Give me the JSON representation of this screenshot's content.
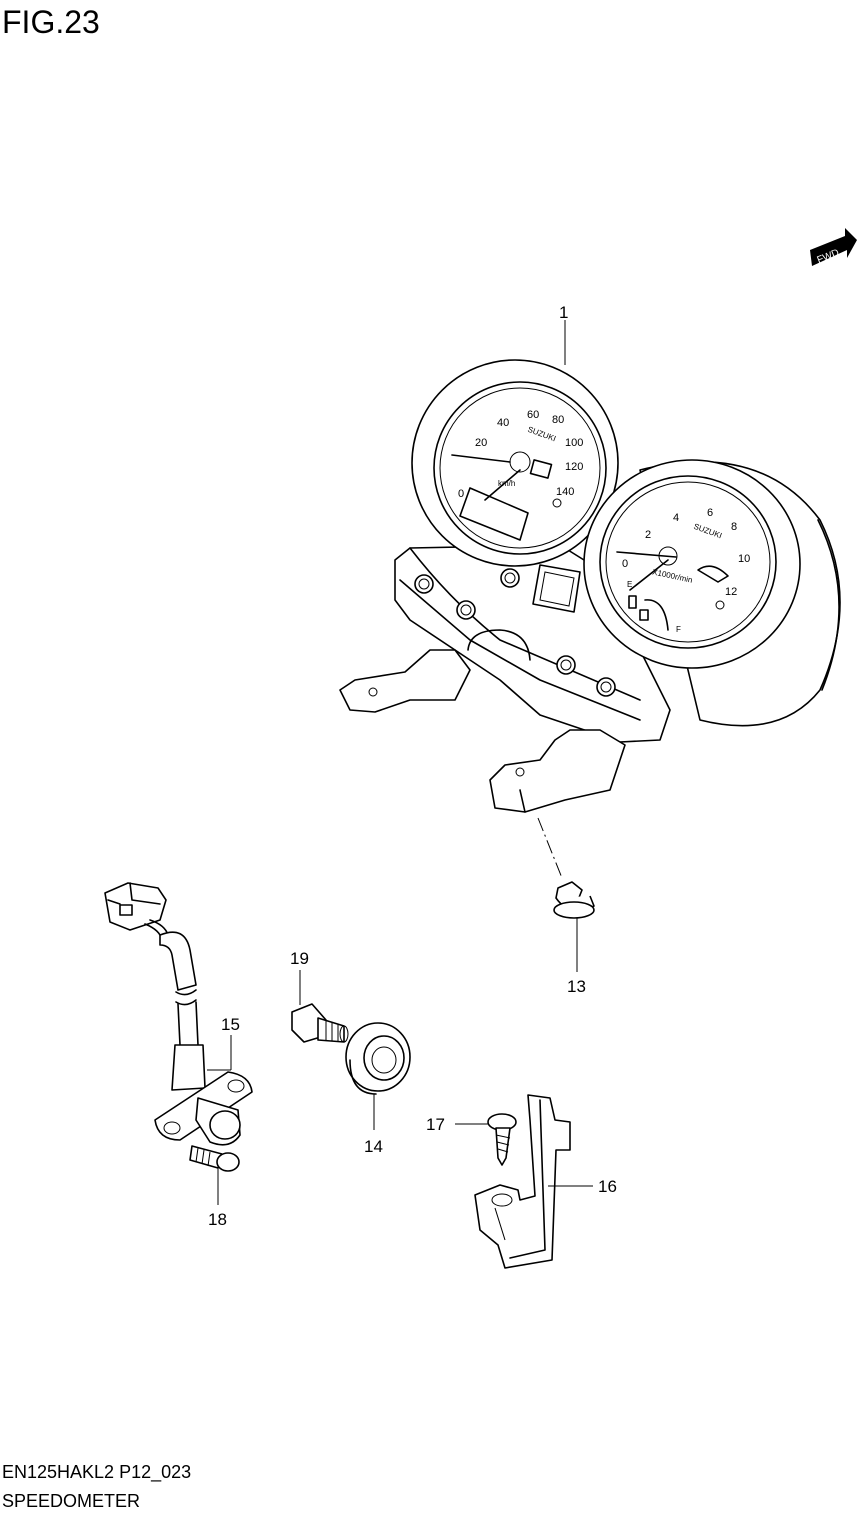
{
  "figure": {
    "title": "FIG.23",
    "fwd_label": "FWD",
    "model_code": "EN125HAKL2 P12_023",
    "assembly_name": "SPEEDOMETER"
  },
  "speedometer": {
    "ticks": [
      "0",
      "20",
      "40",
      "60",
      "80",
      "100",
      "120",
      "140"
    ],
    "unit": "km/h",
    "brand": "SUZUKI"
  },
  "tachometer": {
    "ticks": [
      "0",
      "2",
      "4",
      "6",
      "8",
      "10",
      "12"
    ],
    "unit": "X1000r/min",
    "brand": "SUZUKI",
    "fuel_empty": "E",
    "fuel_full": "F"
  },
  "callouts": [
    {
      "id": "part-1",
      "label": "1"
    },
    {
      "id": "part-13",
      "label": "13"
    },
    {
      "id": "part-14",
      "label": "14"
    },
    {
      "id": "part-15",
      "label": "15"
    },
    {
      "id": "part-16",
      "label": "16"
    },
    {
      "id": "part-17",
      "label": "17"
    },
    {
      "id": "part-18",
      "label": "18"
    },
    {
      "id": "part-19",
      "label": "19"
    }
  ]
}
